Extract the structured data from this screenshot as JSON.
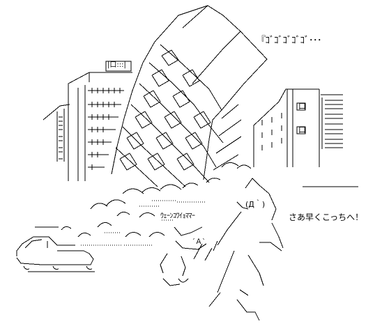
{
  "sound_effect": "『ｺﾞｺﾞｺﾞｺﾞｺﾞ･･･",
  "crying_text": "ｳｪｰﾝｺﾜｲｮﾏﾏｰ",
  "speech_text": "さあ早くこっちへ！",
  "face_text": "(Д｀)",
  "small_face_text": "´Ａ`",
  "sign_box_text": "|口:::|",
  "window_glyph": "口"
}
